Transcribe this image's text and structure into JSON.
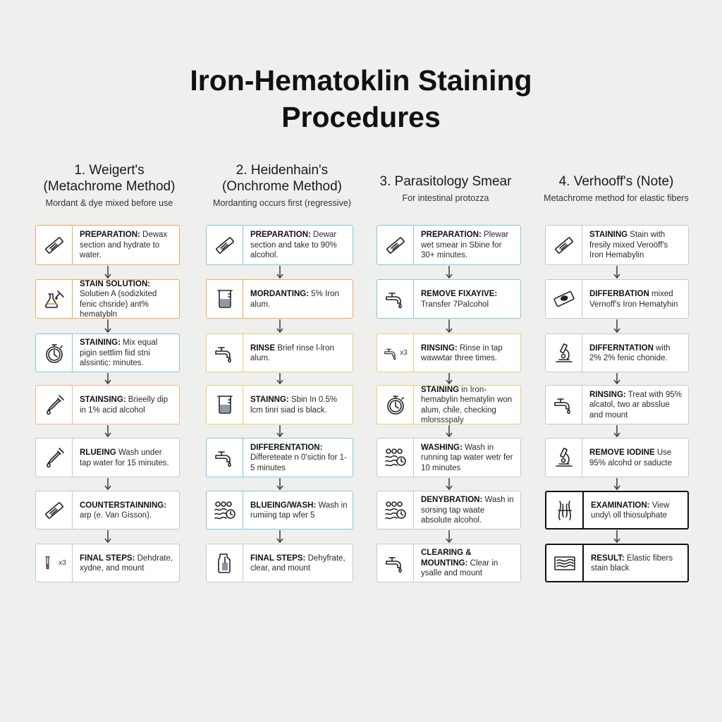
{
  "title_line1": "Iron-Hematoklin Staining",
  "title_line2": "Procedures",
  "columns": [
    {
      "title1": "1. Weigert's",
      "title2": "(Metachrome Method)",
      "subtitle": "Mordant & dye mixed before use",
      "steps": [
        {
          "head": "PREPARATION:",
          "body": "Dewax section and hydrate to water.",
          "icon": "slide-icon",
          "color": "orange"
        },
        {
          "head": "STAIN SOLUTION:",
          "body": "Solutien A (sodizkited fenic chsride) ant% hematybln",
          "icon": "flask-dropper-icon",
          "color": "orange"
        },
        {
          "head": "STAINING:",
          "body": "Mix equal pigin settlim fiid stni alssintic: minutes.",
          "icon": "stopwatch-icon",
          "color": "blue"
        },
        {
          "head": "STAINSING:",
          "body": "Brieelly dip in 1% acid alcohol",
          "icon": "dropper-icon",
          "color": "peach"
        },
        {
          "head": "RLUEING",
          "body": "Wash under tap water for 15 minutes.",
          "icon": "dropper-icon",
          "color": "gray"
        },
        {
          "head": "COUNTERSTAINNING:",
          "body": "arp (e. Van Gisson).",
          "icon": "slide-icon",
          "color": "gray"
        },
        {
          "head": "FINAL STEPS:",
          "body": "Dehdrate, xydne, and mount",
          "icon": "test-tube-icon",
          "color": "gray",
          "badge": "x3"
        }
      ]
    },
    {
      "title1": "2. Heidenhain's",
      "title2": "(Onchrome Method)",
      "subtitle": "Mordanting occurs first (regressive)",
      "steps": [
        {
          "head": "PREPARATION:",
          "body": "Dewar section and take to 90% alcohol.",
          "icon": "slide-icon",
          "color": "blue"
        },
        {
          "head": "MORDANTING:",
          "body": "5% Iron alum.",
          "icon": "beaker-icon",
          "color": "orange"
        },
        {
          "head": "RINSE",
          "body": "Brief rinse l-lron alum.",
          "icon": "faucet-icon",
          "color": "yellow"
        },
        {
          "head": "STAINNG:",
          "body": "Sbin In 0.5% lcm tinri siad is black.",
          "icon": "beaker-icon",
          "color": "yellow"
        },
        {
          "head": "DIFFERENTATION:",
          "body": "Differeteate n 0'sictin for 1-5 minutes",
          "icon": "faucet-icon",
          "color": "blue"
        },
        {
          "head": "BLUEING/WASH:",
          "body": "Wash in rumiing tap wfer 5",
          "icon": "water-timer-icon",
          "color": "blue"
        },
        {
          "head": "FINAL STEPS:",
          "body": "Dehyfrate, clear, and mount",
          "icon": "jar-icon",
          "color": "gray"
        }
      ]
    },
    {
      "title1": "3. Parasitology Smear",
      "title2": "",
      "subtitle": "For intestinal protozza",
      "steps": [
        {
          "head": "PREPARATION:",
          "body": "Plewar wet smear in Sbine for 30+ minutes.",
          "icon": "slide-icon",
          "color": "blue"
        },
        {
          "head": "REMOVE FIXAYIVE:",
          "body": "Transfer 7Palcohol",
          "icon": "faucet-icon",
          "color": "blue"
        },
        {
          "head": "RINSING:",
          "body": "Rinse in tap wawwtar three times.",
          "icon": "faucet-icon",
          "color": "yellow",
          "badge": "x3"
        },
        {
          "head": "STAINING",
          "body": "in Iron-hemabylin hematylin won alum, chile, checking mlorssspaly",
          "icon": "stopwatch-icon",
          "color": "yellow"
        },
        {
          "head": "WASHING:",
          "body": "Wash in running tap water wetr fer 10 minutes",
          "icon": "water-timer-icon",
          "color": "gray"
        },
        {
          "head": "DENYBRATION:",
          "body": "Wash in sorsing tap waate absolute alcohol.",
          "icon": "water-timer-icon",
          "color": "gray"
        },
        {
          "head": "CLEARING & MOUNTING:",
          "body": "Clear in ysalle and mount",
          "icon": "faucet-icon",
          "color": "gray"
        }
      ]
    },
    {
      "title1": "4. Verhooff's (Note)",
      "title2": "",
      "subtitle": "Metachrome method for elastic fibers",
      "steps": [
        {
          "head": "STAINING",
          "body": "Stain with fresily mixed Veroöff's Iron Hemabylin",
          "icon": "slide-icon",
          "color": "gray"
        },
        {
          "head": "DIFFERBATION",
          "body": "mixed Vernoff's Iron Hematyhin",
          "icon": "tissue-slide-icon",
          "color": "gray"
        },
        {
          "head": "DIFFERNTATION",
          "body": "with 2% 2% fenic chonide.",
          "icon": "microscope-icon",
          "color": "gray"
        },
        {
          "head": "RINSING:",
          "body": "Treat with 95% alcatol, two ar absslue and mount",
          "icon": "faucet-icon",
          "color": "gray"
        },
        {
          "head": "REMOVE IODINE",
          "body": "Use 95% alcohd or saducte",
          "icon": "microscope-icon",
          "color": "gray"
        },
        {
          "head": "EXAMINATION:",
          "body": "View undy\\ oll thiosulphate",
          "icon": "fibers-icon",
          "color": "black"
        },
        {
          "head": "RESULT:",
          "body": "Elastic fibers stain black",
          "icon": "fiber-sample-icon",
          "color": "black"
        }
      ]
    }
  ]
}
